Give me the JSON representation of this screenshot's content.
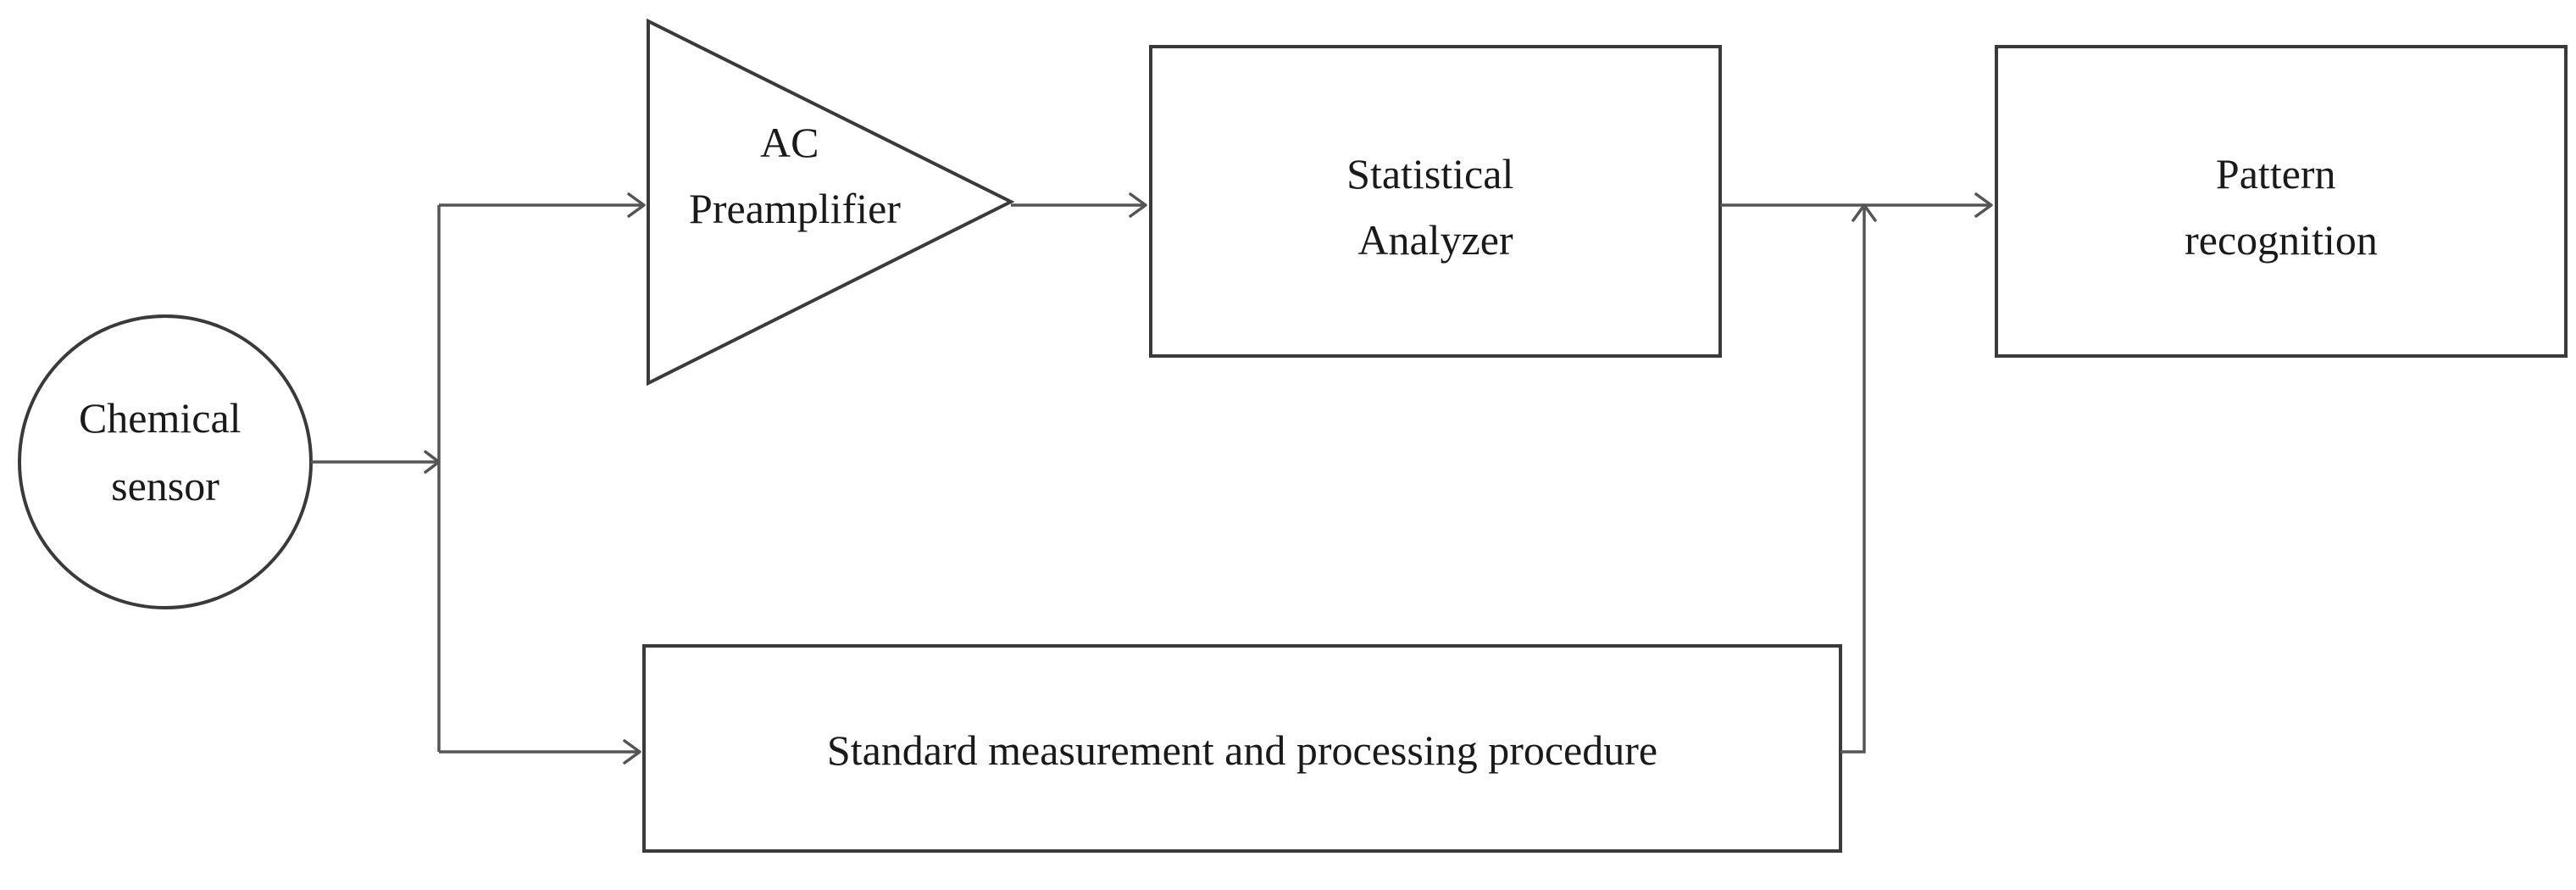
{
  "nodes": {
    "sensor": {
      "lines": [
        "Chemical",
        "sensor"
      ]
    },
    "preamplifier": {
      "lines": [
        "AC",
        "Preamplifier"
      ]
    },
    "analyzer": {
      "lines": [
        "Statistical",
        "Analyzer"
      ]
    },
    "recognition": {
      "lines": [
        "Pattern",
        "recognition"
      ]
    },
    "procedure": {
      "lines": [
        "Standard measurement and processing procedure"
      ]
    }
  },
  "colors": {
    "stroke": "#3a3a3a",
    "wire": "#555555",
    "text": "#1a1a1a",
    "background": "#ffffff"
  }
}
